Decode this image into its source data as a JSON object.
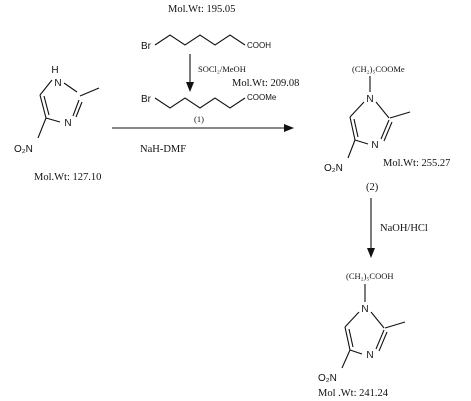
{
  "scheme": {
    "start_material": {
      "mw": "Mol.Wt: 127.10",
      "atoms": {
        "nh": "H",
        "n_h": "N",
        "n_ring": "N",
        "no2": "O₂N"
      }
    },
    "acid": {
      "mw": "Mol.Wt: 195.05",
      "br": "Br",
      "cooh": "COOH"
    },
    "reagent1": "SOCl₂/MeOH",
    "ester": {
      "mw": "Mol.Wt: 209.08",
      "br": "Br",
      "coome": "COOMe"
    },
    "step1": {
      "label": "(1)",
      "conditions": "NaH-DMF"
    },
    "product2": {
      "chain": "(CH₂)₅COOMe",
      "mw": "Mol.Wt: 255.27",
      "label": "(2)",
      "atoms": {
        "n1": "N",
        "n3": "N",
        "no2": "O₂N"
      }
    },
    "step2": {
      "conditions": "NaOH/HCl"
    },
    "product3": {
      "chain": "(CH₂)₅COOH",
      "mw": "Mol .Wt: 241.24",
      "atoms": {
        "n1": "N",
        "n3": "N",
        "no2": "O₂N"
      }
    }
  }
}
